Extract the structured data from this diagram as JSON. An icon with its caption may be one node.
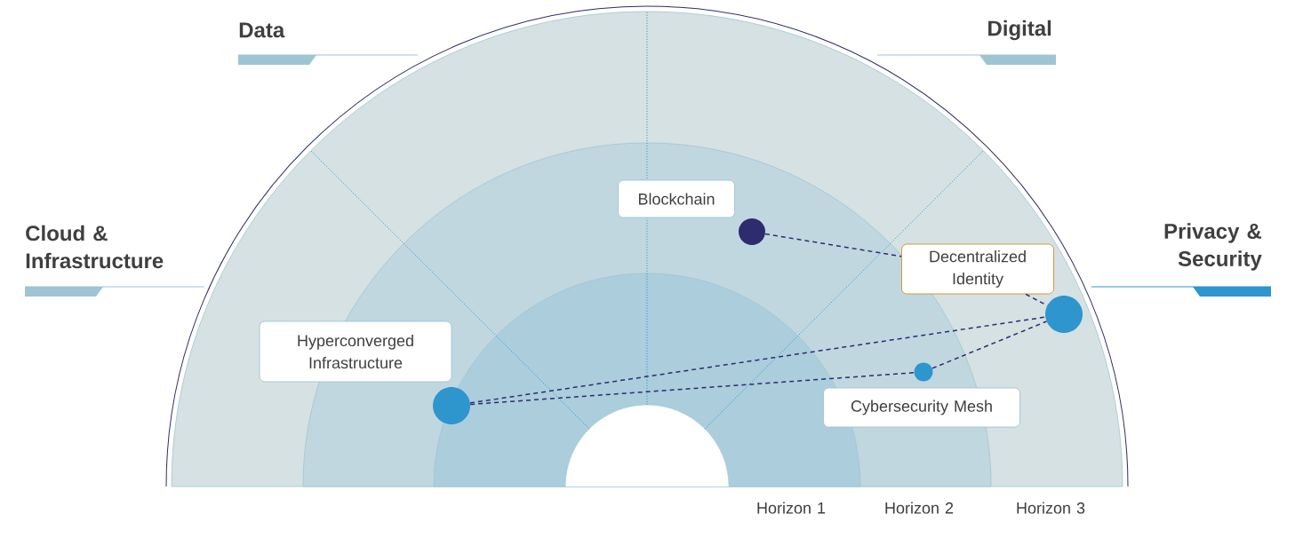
{
  "diagram": {
    "nodes": [
      {
        "text": [
          "Blockchain"
        ]
      },
      {
        "text": [
          "Decentralized Identity"
        ]
      },
      {
        "text": [
          "Hyperconverged Infrastructure"
        ]
      },
      {
        "text": [
          "Cybersecurity Mesh"
        ]
      },
      {
        "text": [],
        "shape": "circle"
      },
      {
        "text": [],
        "shape": "circle"
      },
      {
        "text": [],
        "shape": "circle"
      },
      {
        "text": [],
        "shape": "circle"
      }
    ],
    "edges": [
      {
        "from": 4,
        "to": 1,
        "arrow": "none",
        "style": "dashed"
      },
      {
        "from": 1,
        "to": 5,
        "arrow": "none",
        "style": "dashed"
      },
      {
        "from": 6,
        "to": 5,
        "arrow": "none",
        "style": "dashed"
      },
      {
        "from": 6,
        "to": 7,
        "arrow": "none",
        "style": "dashed"
      },
      {
        "from": 7,
        "to": 5,
        "arrow": "none",
        "style": "dashed"
      }
    ],
    "labels": [
      "Data",
      "Digital",
      "Cloud & Infrastructure",
      "Privacy & Security",
      "Horizon 1",
      "Horizon 2",
      "Horizon 3"
    ]
  }
}
